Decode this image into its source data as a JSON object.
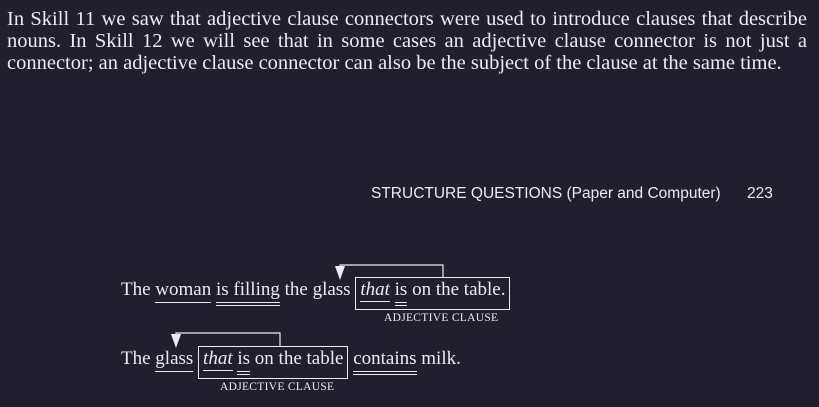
{
  "paragraph": "In Skill 11 we saw that adjective clause connectors were used to introduce clauses that describe nouns. In Skill 12 we will see that in some cases an adjective clause connector is not just a connector; an adjective clause connector can also be the subject of the clause at the same time.",
  "header": {
    "section_title": "STRUCTURE QUESTIONS (Paper and Computer)",
    "page_number": "223"
  },
  "example1": {
    "w_the": "The",
    "w_woman": "woman",
    "w_is_filling": "is filling",
    "w_the_glass": "the glass",
    "clause_that": "that",
    "clause_is": "is",
    "clause_rest": "on the table.",
    "caption": "ADJECTIVE CLAUSE"
  },
  "example2": {
    "w_the": "The",
    "w_glass": "glass",
    "clause_that": "that",
    "clause_is": "is",
    "clause_rest": "on the table",
    "w_contains": "contains",
    "w_milk": "milk.",
    "caption": "ADJECTIVE CLAUSE"
  }
}
